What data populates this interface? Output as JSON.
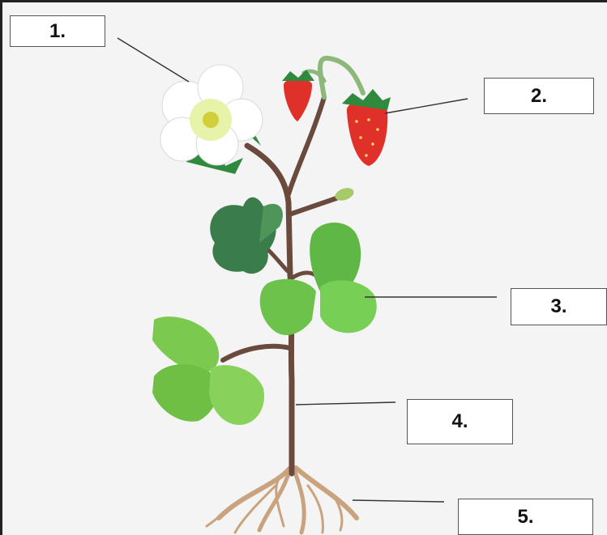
{
  "labels": [
    {
      "number": "1.",
      "part": "flower"
    },
    {
      "number": "2.",
      "part": "fruit"
    },
    {
      "number": "3.",
      "part": "leaf"
    },
    {
      "number": "4.",
      "part": "stem"
    },
    {
      "number": "5.",
      "part": "root"
    }
  ],
  "colors": {
    "stem": "#6b4a3e",
    "leaf_dark": "#3a7d4a",
    "leaf_light": "#7cc94f",
    "strawberry": "#e0302a",
    "petal": "#ffffff",
    "root": "#c9a27e"
  }
}
